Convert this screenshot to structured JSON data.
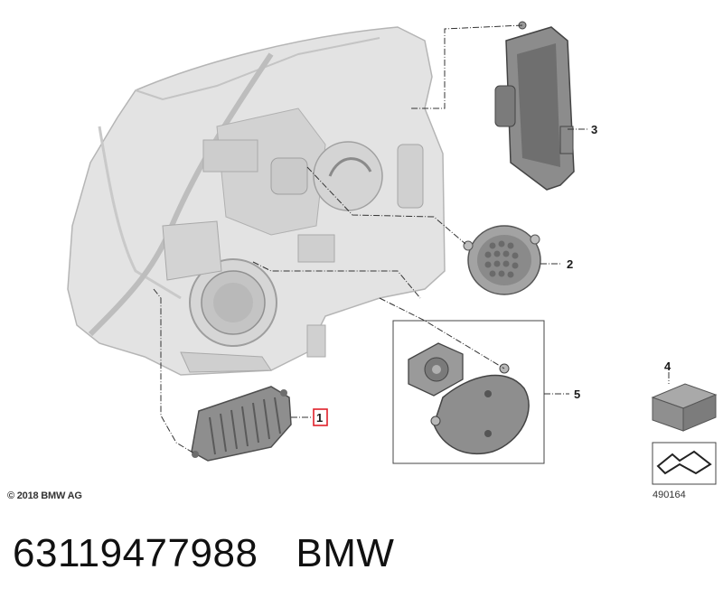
{
  "callouts": {
    "part1": "1",
    "part2": "2",
    "part3": "3",
    "part4": "4",
    "part5": "5"
  },
  "copyright": "© 2018 BMW AG",
  "reference_number": "490164",
  "footer": {
    "part_number": "63119477988",
    "brand": "BMW"
  },
  "colors": {
    "headlight": "#d9d9d9",
    "part_dark": "#7a7a7a",
    "highlight_box": "#e0202a"
  }
}
